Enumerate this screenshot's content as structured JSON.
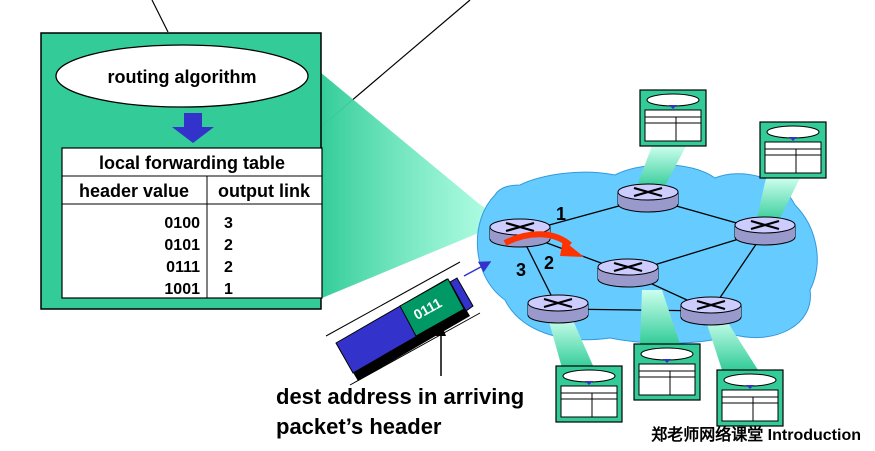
{
  "routing_box": {
    "algorithm_label": "routing algorithm",
    "table_title": "local forwarding table",
    "col_header_value": "header value",
    "col_output_link": "output link",
    "rows": [
      {
        "header": "0100",
        "link": "3"
      },
      {
        "header": "0101",
        "link": "2"
      },
      {
        "header": "0111",
        "link": "2"
      },
      {
        "header": "1001",
        "link": "1"
      }
    ]
  },
  "packet": {
    "header_value": "0111"
  },
  "link_labels": {
    "l1": "1",
    "l2": "2",
    "l3": "3"
  },
  "callout": {
    "line1": "dest address in arriving",
    "line2": "packet’s header"
  },
  "footer": "郑老师网络课堂  Introduction",
  "colors": {
    "panel_green": "#33cc99",
    "cloud_blue": "#66ccff",
    "router_fill": "#ccccff",
    "arrow_red": "#ff3300",
    "down_arrow": "#3333cc",
    "packet_blue": "#3333cc",
    "packet_green": "#009966"
  },
  "icons": [
    "router-icon",
    "forwarding-table-icon",
    "down-arrow-icon"
  ]
}
